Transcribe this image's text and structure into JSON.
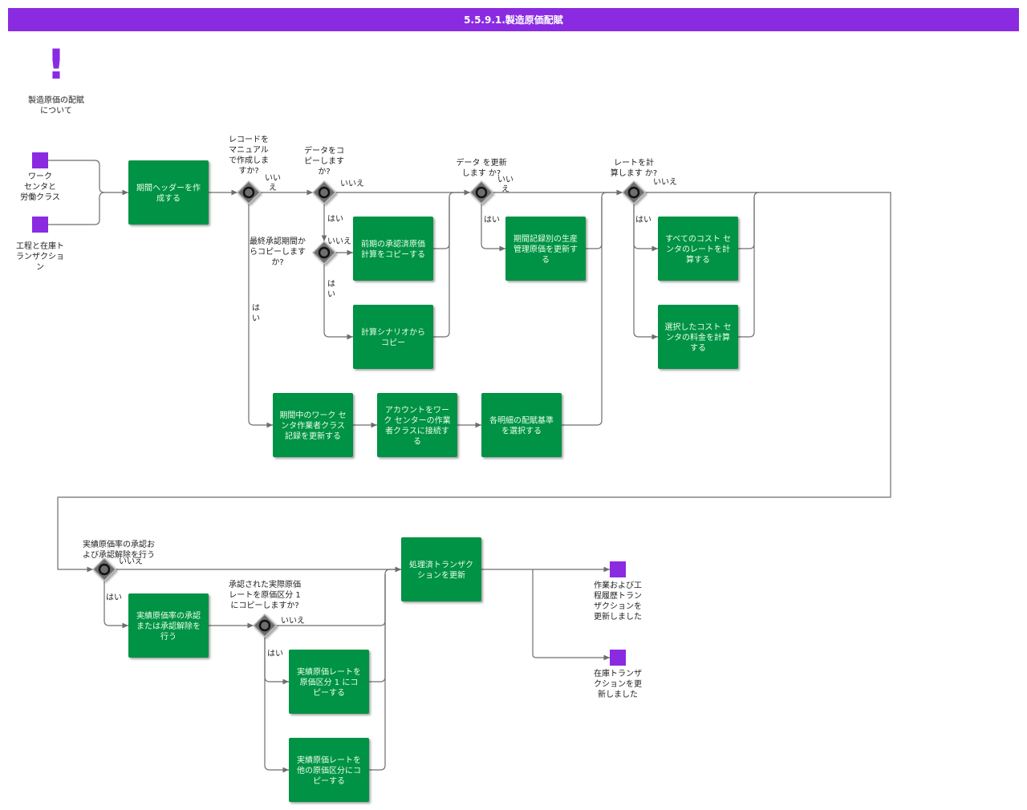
{
  "title": "5.5.9.1.製造原価配賦",
  "colors": {
    "header": "#8a2be2",
    "task": "#009245",
    "event": "#8a2be2",
    "gateway": "#6e6e6e",
    "line": "#6d6d6d"
  },
  "annotation": {
    "icon": "exclamation-icon",
    "mark": "!",
    "label": [
      "製造原価の配賦",
      "について"
    ]
  },
  "events": {
    "ev_work": [
      "ワーク",
      "センタと",
      "労働クラス"
    ],
    "ev_proc": [
      "工程と在庫ト",
      "ランザクショ",
      "ン"
    ],
    "ev_end1": [
      "作業および工",
      "程履歴トラン",
      "ザクションを",
      "更新しました"
    ],
    "ev_end2": [
      "在庫トランザ",
      "クションを更",
      "新しました"
    ]
  },
  "tasks": {
    "t_header": [
      "期間ヘッダーを作",
      "成する"
    ],
    "t_prev": [
      "前期の承認済原価",
      "計算をコピーする"
    ],
    "t_scen": [
      "計算シナリオから",
      "コピー"
    ],
    "t_wcupd": [
      "期間中のワーク セ",
      "ンタ作業者クラス",
      "記録を更新する"
    ],
    "t_acct": [
      "アカウントをワー",
      "ク センターの作業",
      "者クラスに接続す",
      "る"
    ],
    "t_alloc": [
      "各明細の配賦基準",
      "を選択する"
    ],
    "t_period": [
      "期間記録別の生産",
      "管理原価を更新す",
      "る"
    ],
    "t_allcc": [
      "すべてのコスト セ",
      "ンタのレートを計",
      "算する"
    ],
    "t_selcc": [
      "選択したコスト セ",
      "ンタの料金を計算",
      "する"
    ],
    "t_approve": [
      "実績原価率の承認",
      "または承認解除を",
      "行う"
    ],
    "t_copy1": [
      "実績原価レートを",
      "原価区分 1 にコ",
      "ピーする"
    ],
    "t_copyo": [
      "実績原価レートを",
      "他の原価区分にコ",
      "ピーする"
    ],
    "t_proc": [
      "処理済トランザク",
      "ションを更新"
    ]
  },
  "gateways": {
    "g1": [
      "レコードを",
      "マニュアル",
      "で作成しま",
      "すか?"
    ],
    "g2": [
      "データをコ",
      "ピーします",
      "か?"
    ],
    "g3": [
      "最終承認期間か",
      "らコピーします",
      "か?"
    ],
    "g4": [
      "データ を更新",
      "します か?"
    ],
    "g5": [
      "レートを計",
      "算します か?"
    ],
    "g6": [
      "実績原価率の承認お",
      "よび承認解除を行う"
    ],
    "g7": [
      "承認された実際原価",
      "レートを原価区分 1",
      "にコピーしますか?"
    ]
  },
  "branch": {
    "yes": "はい",
    "no": "いいえ"
  },
  "no_split": [
    "いい",
    "え"
  ],
  "yes_split": [
    "は",
    "い"
  ]
}
